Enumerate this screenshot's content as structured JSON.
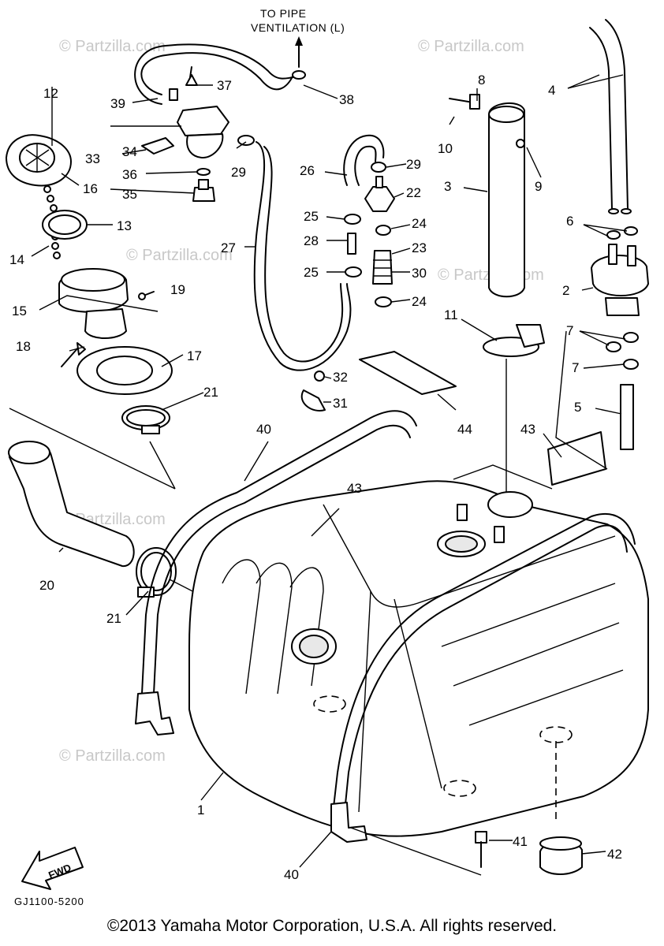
{
  "header": {
    "line1": "TO PIPE",
    "line2": "VENTILATION (L)"
  },
  "callouts": [
    "1",
    "2",
    "3",
    "4",
    "5",
    "6",
    "7",
    "7",
    "8",
    "9",
    "10",
    "11",
    "12",
    "13",
    "14",
    "15",
    "16",
    "17",
    "18",
    "19",
    "20",
    "21",
    "21",
    "22",
    "23",
    "24",
    "24",
    "25",
    "25",
    "26",
    "27",
    "28",
    "29",
    "29",
    "30",
    "31",
    "32",
    "33",
    "34",
    "35",
    "36",
    "37",
    "38",
    "39",
    "40",
    "40",
    "41",
    "42",
    "43",
    "43",
    "44"
  ],
  "watermark": "© Partzilla.com",
  "fwd_label": "FWD",
  "diagram_code": "GJ1100-5200",
  "copyright": "©2013  Yamaha Motor Corporation, U.S.A. All rights reserved."
}
